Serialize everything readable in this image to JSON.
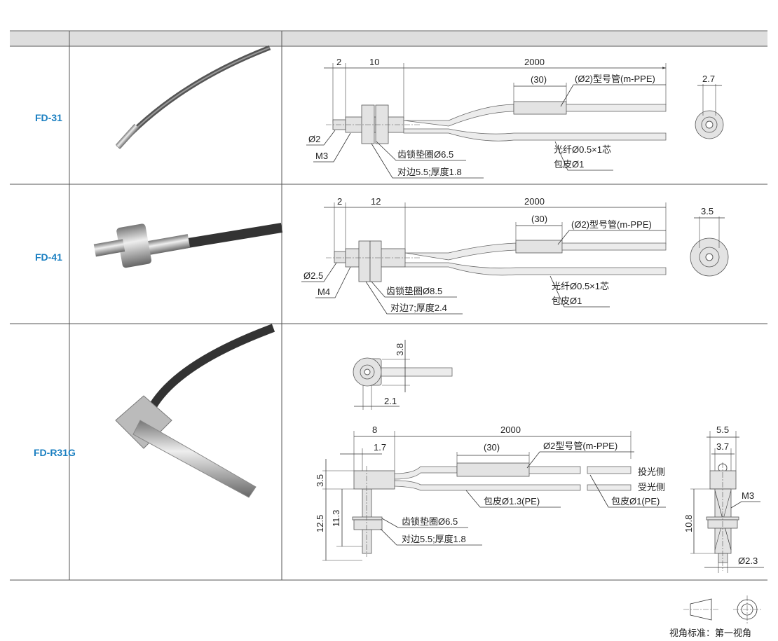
{
  "table": {
    "header": [
      "",
      "",
      ""
    ]
  },
  "rows": [
    {
      "model": "FD-31",
      "dims": {
        "a": "2",
        "b": "10",
        "len": "2000",
        "tube_len": "(30)",
        "tube": "(Ø2)型号管(m-PPE)",
        "end": "2.7",
        "tip": "Ø2",
        "thread": "M3",
        "washer": "齿锁垫圈Ø6.5",
        "nut": "对边5.5;厚度1.8",
        "fiber": "光纤Ø0.5×1芯",
        "jacket": "包皮Ø1"
      }
    },
    {
      "model": "FD-41",
      "dims": {
        "a": "2",
        "b": "12",
        "len": "2000",
        "tube_len": "(30)",
        "tube": "(Ø2)型号管(m-PPE)",
        "end": "3.5",
        "tip": "Ø2.5",
        "thread": "M4",
        "washer": "齿锁垫圈Ø8.5",
        "nut": "对边7;厚度2.4",
        "fiber": "光纤Ø0.5×1芯",
        "jacket": "包皮Ø1"
      }
    },
    {
      "model": "FD-R31G",
      "dims": {
        "top_h": "3.8",
        "top_w": "2.1",
        "a": "8",
        "b": "1.7",
        "len": "2000",
        "tube_len": "(30)",
        "tube": "Ø2型号管(m-PPE)",
        "emit": "投光侧",
        "recv": "受光侧",
        "jacket1": "包皮Ø1.3(PE)",
        "jacket2": "包皮Ø1(PE)",
        "h1": "3.5",
        "h2": "12.5",
        "h3": "11.3",
        "washer": "齿锁垫圈Ø6.5",
        "nut": "对边5.5;厚度1.8",
        "side_w1": "5.5",
        "side_w2": "3.7",
        "thread": "M3",
        "side_h": "10.8",
        "side_d": "Ø2.3"
      }
    }
  ],
  "footer": {
    "view_standard": "视角标准：第一视角"
  }
}
